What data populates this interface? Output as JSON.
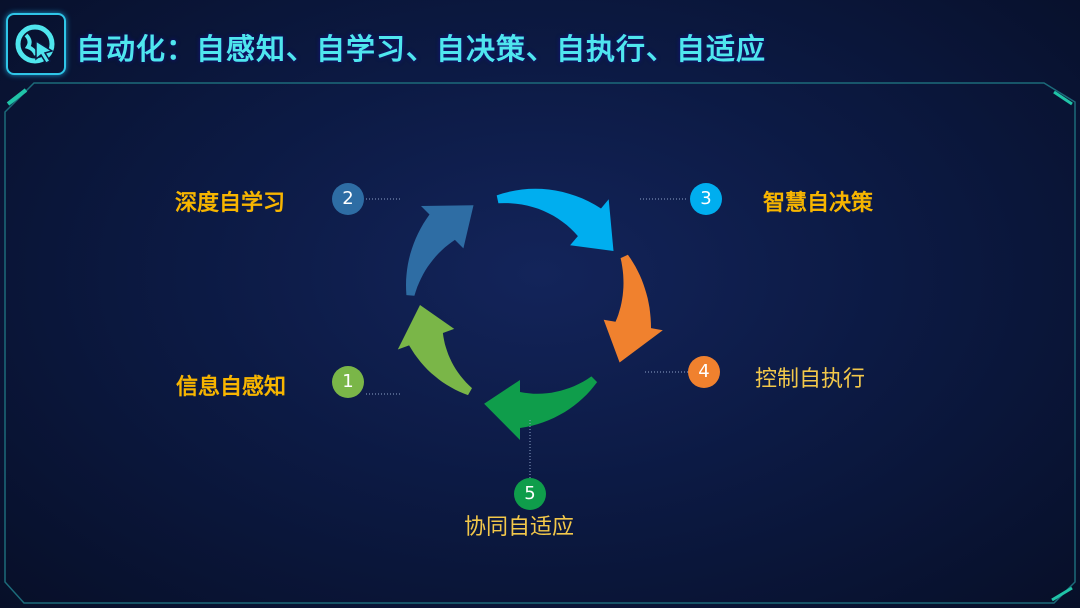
{
  "title": "自动化：自感知、自学习、自决策、自执行、自适应",
  "colors": {
    "title": "#4fe6ee",
    "label": "#f7b500"
  },
  "steps": [
    {
      "num": "1",
      "label": "信息自感知",
      "color": "#7ab648"
    },
    {
      "num": "2",
      "label": "深度自学习",
      "color": "#2e6da4"
    },
    {
      "num": "3",
      "label": "智慧自决策",
      "color": "#00aeef"
    },
    {
      "num": "4",
      "label": "控制自执行",
      "color": "#f0812e"
    },
    {
      "num": "5",
      "label": "协同自适应",
      "color": "#0f9d4b"
    }
  ]
}
